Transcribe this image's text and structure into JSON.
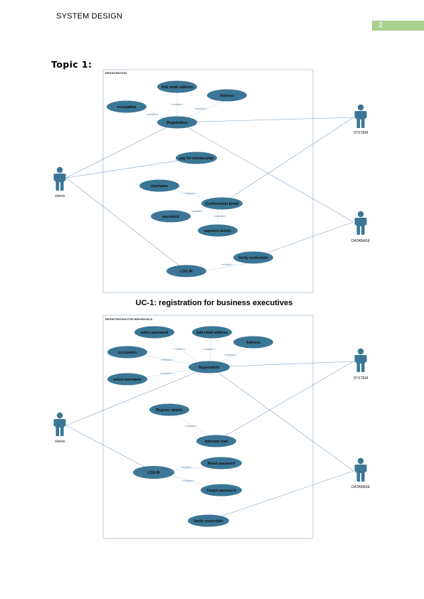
{
  "header": {
    "title": "SYSTEM DESIGN",
    "page_number": "2"
  },
  "topic": "Topic 1:",
  "diagram1": {
    "frame_label": "REGISTRATION",
    "actors": {
      "clients": "clients",
      "system": "SYSTEM",
      "database": "DATABASE"
    },
    "usecases": {
      "add_email": "Add email address",
      "address": "Address",
      "occupation": "occupation",
      "registration": "Registration",
      "pay": "pay for membership",
      "username": "Username",
      "confirm_email": "Confirmation Email",
      "password": "password",
      "payment_details": "payment details",
      "verify": "Verify credentials",
      "login": "LOG IN"
    },
    "include_label": "<<include>>"
  },
  "caption": "UC-1: registration for business executives",
  "diagram2": {
    "frame_label": "REGISTRATION FOR INDIVIDUALS",
    "actors": {
      "clients": "clients",
      "system": "SYSTEM",
      "database": "DATABASE"
    },
    "usecases": {
      "select_password": "select password",
      "add_email": "Add email address",
      "address": "Address",
      "occupation": "occupation",
      "registration": "Registration",
      "select_username": "select username",
      "register_details": "Register details",
      "welcome_mail": "welcome mail",
      "login": "LOG IN",
      "reset_password": "Reset password",
      "forgot_password": "Forgot password",
      "verify": "Verify  credentials"
    },
    "include_label": "<<include>>"
  },
  "colors": {
    "usecase_fill": "#3b7696",
    "actor_fill": "#3b7696",
    "line": "#6f96b8",
    "frame": "#a9bfd6",
    "page_tab": "#a9d08e"
  }
}
